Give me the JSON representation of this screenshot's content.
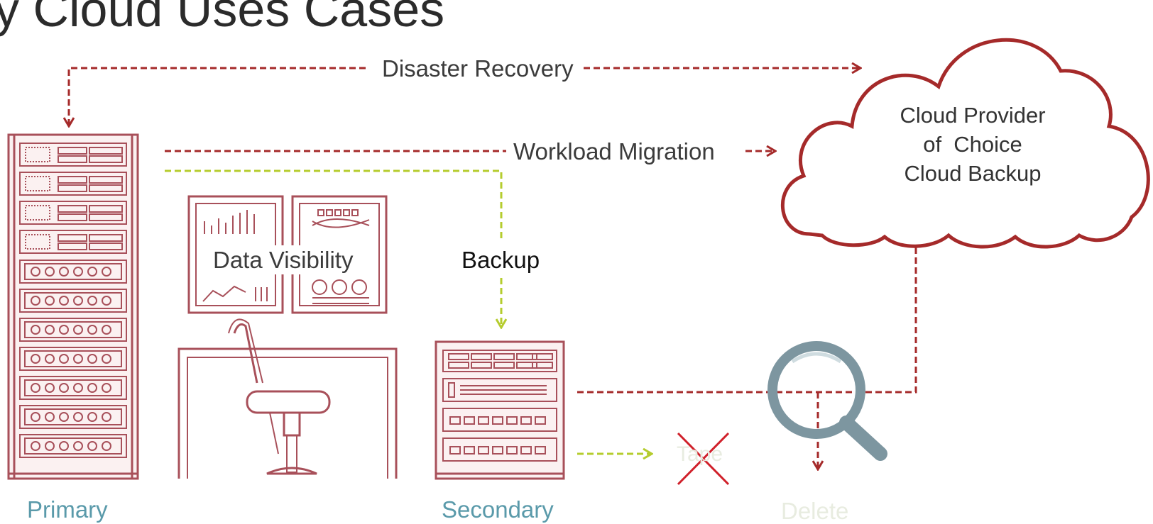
{
  "title": "y Cloud Uses Cases",
  "labels": {
    "disaster_recovery": "Disaster Recovery",
    "workload_migration": "Workload Migration",
    "data_visibility": "Data Visibility",
    "backup": "Backup",
    "primary": "Primary",
    "secondary": "Secondary",
    "tape": "Tape",
    "delete": "Delete"
  },
  "cloud": {
    "line1": "Cloud Provider",
    "line2": "of  Choice",
    "line3": "Cloud Backup"
  },
  "colors": {
    "dark_red": "#a52a2a",
    "rack_red": "#a8505a",
    "lime": "#b5cc2e",
    "teal_label": "#5a9aaa",
    "magnifier": "#7d96a0",
    "x_mark": "#d0202a"
  },
  "icons": [
    "server-rack-icon",
    "monitor-icon",
    "chair-icon",
    "desk-icon",
    "cloud-icon",
    "magnifier-icon",
    "cross-icon"
  ]
}
